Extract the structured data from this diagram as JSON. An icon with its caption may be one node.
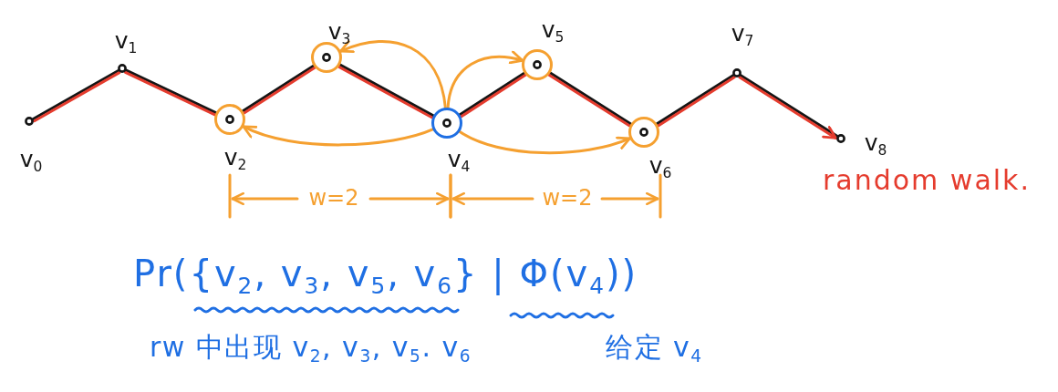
{
  "diagram": {
    "nodes": [
      {
        "text": [],
        "shape": "circle",
        "beside": [
          "v$_{0}$"
        ]
      },
      {
        "text": [],
        "shape": "circle",
        "beside": [
          "v$_{1}$"
        ]
      },
      {
        "text": [],
        "shape": "circle",
        "beside": [
          "v$_{2}$"
        ]
      },
      {
        "text": [],
        "shape": "circle",
        "beside": [
          "v$_{3}$"
        ]
      },
      {
        "text": [],
        "shape": "circle",
        "beside": [
          "v$_{4}$"
        ]
      },
      {
        "text": [],
        "shape": "circle",
        "beside": [
          "v$_{5}$"
        ]
      },
      {
        "text": [],
        "shape": "circle",
        "beside": [
          "v$_{6}$"
        ]
      },
      {
        "text": [],
        "shape": "circle",
        "beside": [
          "v$_{7}$"
        ]
      },
      {
        "text": [],
        "shape": "circle",
        "beside": [
          "v$_{8}$"
        ]
      }
    ],
    "edges": [
      {
        "from": 0,
        "to": 1,
        "arrow": "none"
      },
      {
        "from": 1,
        "to": 2,
        "arrow": "none"
      },
      {
        "from": 2,
        "to": 3,
        "arrow": "none"
      },
      {
        "from": 3,
        "to": 4,
        "arrow": "none"
      },
      {
        "from": 4,
        "to": 5,
        "arrow": "none"
      },
      {
        "from": 5,
        "to": 6,
        "arrow": "none"
      },
      {
        "from": 6,
        "to": 7,
        "arrow": "none"
      },
      {
        "from": 7,
        "to": 8,
        "arrow": "none"
      },
      {
        "from": 0,
        "to": 1,
        "arrow": "none",
        "color": "#e53c2e"
      },
      {
        "from": 1,
        "to": 2,
        "arrow": "none",
        "color": "#e53c2e"
      },
      {
        "from": 2,
        "to": 3,
        "arrow": "none",
        "color": "#e53c2e"
      },
      {
        "from": 3,
        "to": 4,
        "arrow": "none",
        "color": "#e53c2e"
      },
      {
        "from": 4,
        "to": 5,
        "arrow": "none",
        "color": "#e53c2e"
      },
      {
        "from": 5,
        "to": 6,
        "arrow": "none",
        "color": "#e53c2e"
      },
      {
        "from": 6,
        "to": 7,
        "arrow": "none",
        "color": "#e53c2e"
      },
      {
        "from": 7,
        "to": 8,
        "arrow": "to",
        "color": "#e53c2e"
      },
      {
        "from": 4,
        "to": 2,
        "arrow": "to",
        "color": "#f5a030"
      },
      {
        "from": 4,
        "to": 3,
        "arrow": "to",
        "color": "#f5a030"
      },
      {
        "from": 4,
        "to": 5,
        "arrow": "to",
        "color": "#f5a030"
      },
      {
        "from": 4,
        "to": 6,
        "arrow": "to",
        "color": "#f5a030"
      }
    ],
    "labels": [
      "w=2",
      "w=2",
      "random walk.",
      "Pr({v$_{2}$, v$_{3}$, v$_{5}$, v$_{6}$} | Φ(v$_{4}$))",
      "rw 中出现 v$_{2}$, v$_{3}$, v$_{5}$. v$_{6}$",
      "给定 v$_{4}$"
    ]
  }
}
